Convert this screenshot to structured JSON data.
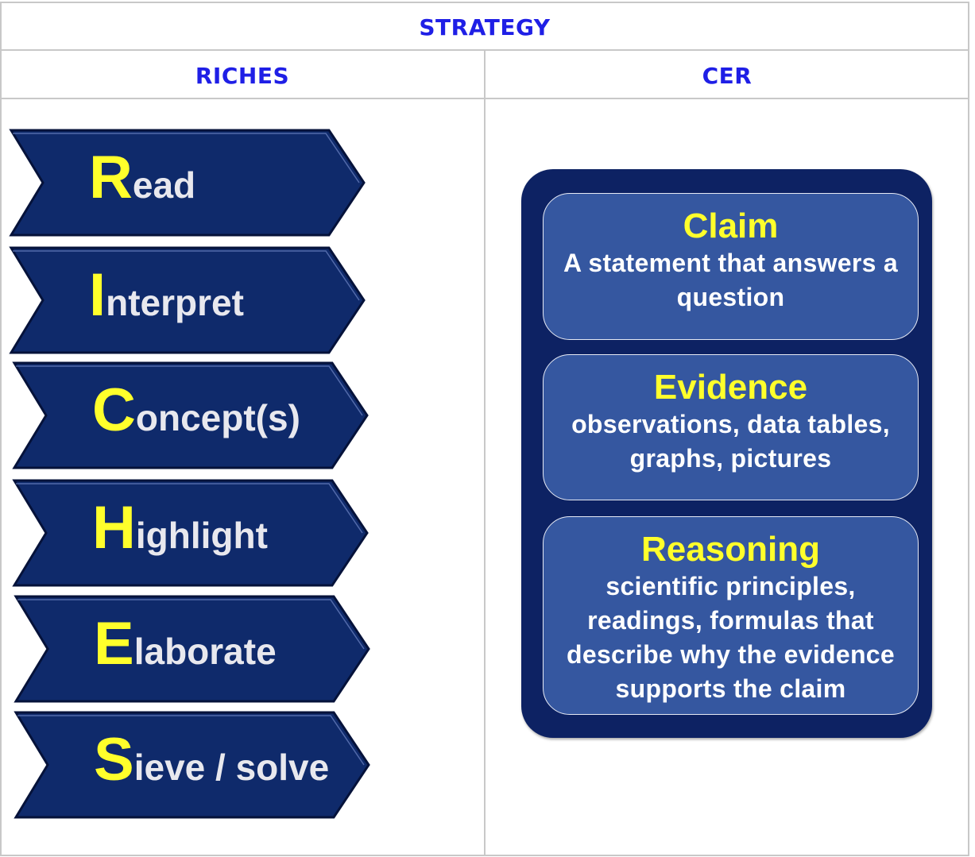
{
  "table": {
    "header": "STRATEGY",
    "col_left": "RICHES",
    "col_right": "CER"
  },
  "riches": [
    {
      "initial": "R",
      "rest": "ead"
    },
    {
      "initial": "I",
      "rest": "nterpret"
    },
    {
      "initial": "C",
      "rest": "oncept(s)"
    },
    {
      "initial": "H",
      "rest": "ighlight"
    },
    {
      "initial": "E",
      "rest": "laborate"
    },
    {
      "initial": "S",
      "rest": "ieve / solve"
    }
  ],
  "cer": [
    {
      "title": "Claim",
      "description": "A statement  that answers a question"
    },
    {
      "title": "Evidence",
      "description": "observations, data tables, graphs, pictures"
    },
    {
      "title": "Reasoning",
      "description": "scientific principles, readings, formulas that describe why the evidence supports the claim"
    }
  ],
  "colors": {
    "header_text": "#1f1fe6",
    "chevron_fill": "#0f2a6b",
    "initial_letter": "#ffff2b",
    "cer_outer": "#0d2263",
    "cer_box": "#3557a0"
  }
}
